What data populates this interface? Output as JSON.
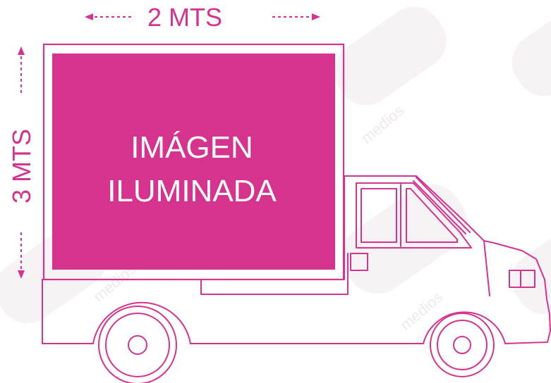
{
  "dimensions": {
    "width_label": "2 MTS",
    "height_label": "3 MTS"
  },
  "panel": {
    "line1": "IMÁGEN",
    "line2": "ILUMINADA"
  },
  "watermark": {
    "brand": "medios",
    "logo_icon": "pyp-medios-logo-icon"
  },
  "colors": {
    "accent": "#d6338f",
    "panel_fill": "#d6338f",
    "background": "#ffffff",
    "watermark": "#f3ecef"
  }
}
